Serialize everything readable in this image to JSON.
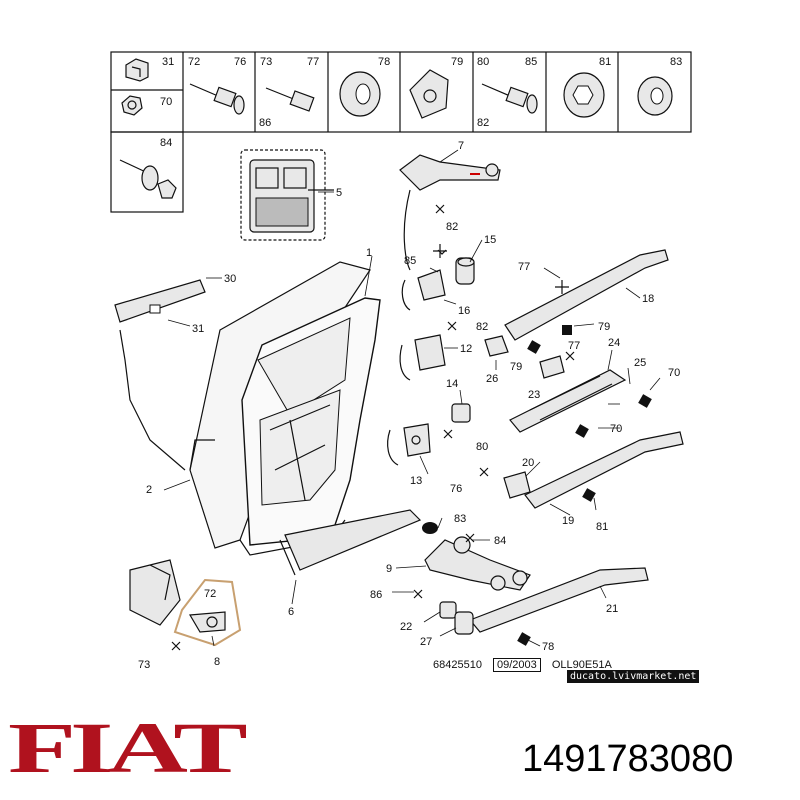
{
  "brand": {
    "logo_text": "FIAT",
    "logo_color": "#b0121e"
  },
  "part_number": "1491783080",
  "website": "ducato.lvivmarket.net",
  "footer_codes": {
    "doc_number": "68425510",
    "date": "09/2003",
    "ref": "OLL90E51A"
  },
  "legend": {
    "cells": [
      {
        "labels": [
          "31",
          "70"
        ]
      },
      {
        "labels": [
          "72",
          "76"
        ]
      },
      {
        "labels": [
          "73",
          "77",
          "86"
        ]
      },
      {
        "labels": [
          "78"
        ]
      },
      {
        "labels": [
          "79"
        ]
      },
      {
        "labels": [
          "80",
          "85",
          "82"
        ]
      },
      {
        "labels": [
          "81"
        ]
      },
      {
        "labels": [
          "83"
        ]
      },
      {
        "labels": [
          "84"
        ]
      }
    ]
  },
  "callouts": [
    "1",
    "2",
    "5",
    "6",
    "7",
    "8",
    "9",
    "12",
    "13",
    "14",
    "15",
    "16",
    "18",
    "19",
    "20",
    "21",
    "22",
    "23",
    "24",
    "25",
    "26",
    "27",
    "30",
    "31",
    "70",
    "70",
    "72",
    "73",
    "76",
    "77",
    "77",
    "78",
    "79",
    "79",
    "80",
    "81",
    "82",
    "82",
    "83",
    "84",
    "85",
    "86"
  ],
  "highlight_color": "#c8a070"
}
